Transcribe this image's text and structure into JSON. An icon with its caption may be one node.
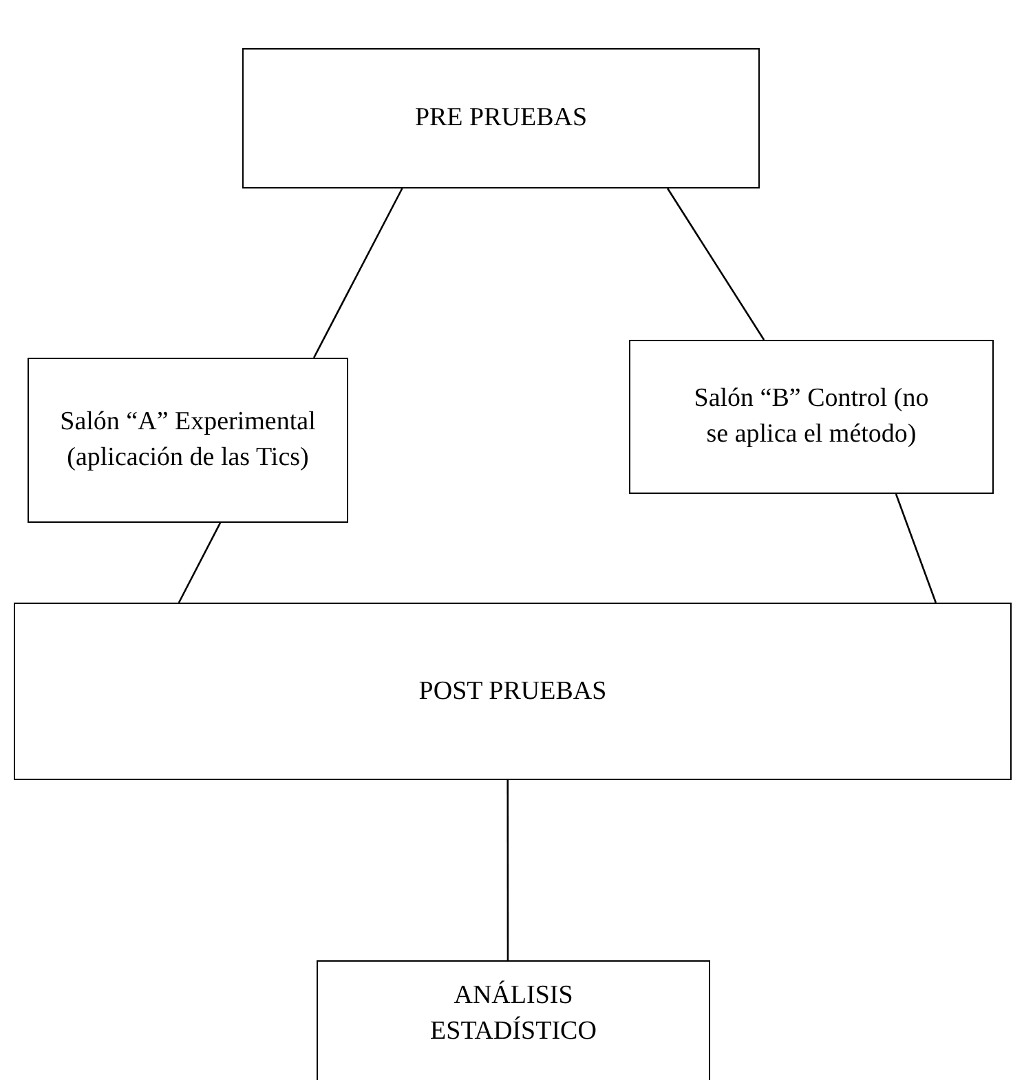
{
  "diagram": {
    "nodes": [
      {
        "text": [
          "PRE PRUEBAS"
        ]
      },
      {
        "text": [
          "Salón “A” Experimental (aplicación de las Tics)"
        ]
      },
      {
        "text": [
          "Salón “B” Control (no se aplica el método)"
        ]
      },
      {
        "text": [
          "POST PRUEBAS"
        ]
      },
      {
        "text": [
          "ANÁLISIS ESTADÍSTICO"
        ]
      }
    ],
    "edges": [
      {
        "from": 0,
        "to": 1,
        "arrow": "none"
      },
      {
        "from": 0,
        "to": 2,
        "arrow": "none"
      },
      {
        "from": 1,
        "to": 3,
        "arrow": "none"
      },
      {
        "from": 2,
        "to": 3,
        "arrow": "none"
      },
      {
        "from": 3,
        "to": 4,
        "arrow": "none"
      }
    ]
  }
}
